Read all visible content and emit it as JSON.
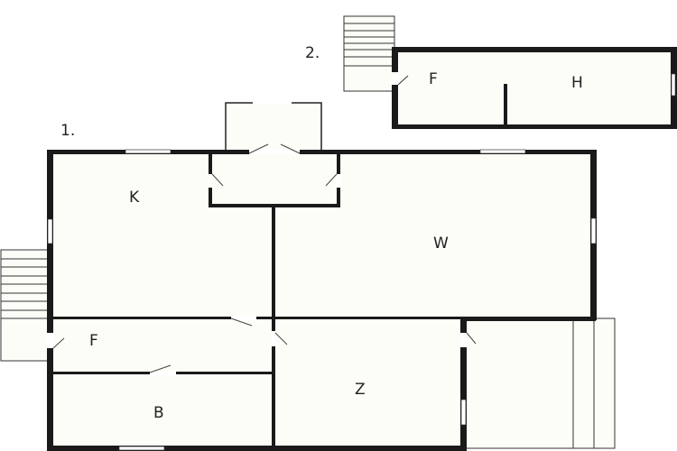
{
  "plan": {
    "floor_labels": [
      {
        "id": "floor-1",
        "text": "1."
      },
      {
        "id": "floor-2",
        "text": "2."
      }
    ],
    "rooms": [
      {
        "id": "kitchen",
        "label": "K"
      },
      {
        "id": "living",
        "label": "W"
      },
      {
        "id": "hall-ground",
        "label": "F"
      },
      {
        "id": "bath",
        "label": "B"
      },
      {
        "id": "room",
        "label": "Z"
      },
      {
        "id": "hall-upper",
        "label": "F"
      },
      {
        "id": "upper-room",
        "label": "H"
      }
    ],
    "colors": {
      "wall": "#1a1a1a",
      "floor": "#fdfdf8",
      "line": "#333333",
      "window": "#ffffff"
    }
  }
}
